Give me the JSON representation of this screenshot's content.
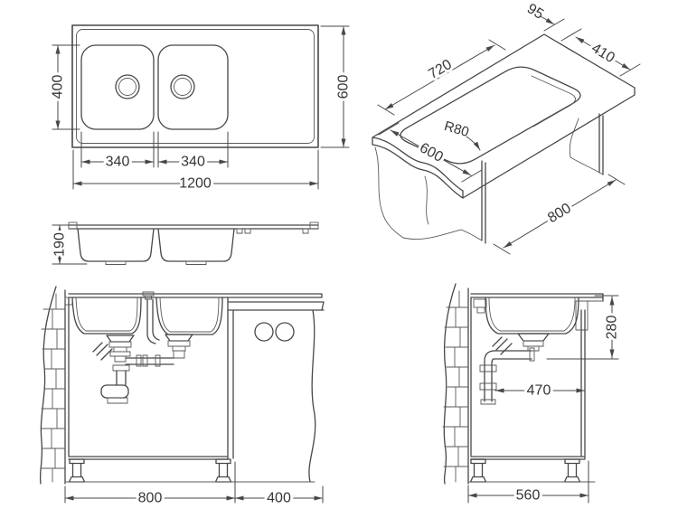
{
  "diagram": {
    "colors": {
      "background": "#ffffff",
      "line": "#474747",
      "text": "#363636"
    },
    "views": {
      "top": {
        "dims": {
          "bowl_width": "400",
          "bowl1_length": "340",
          "bowl2_length": "340",
          "overall_length": "1200",
          "overall_width": "600"
        }
      },
      "cutout": {
        "dims": {
          "edge_offset": "95",
          "cutout_width": "410",
          "cutout_length": "720",
          "corner_radius": "R80",
          "worktop_depth": "600",
          "cabinet_width": "800"
        }
      },
      "section": {
        "dims": {
          "bowl_depth": "190"
        }
      },
      "front": {
        "dims": {
          "main_cabinet_width": "800",
          "side_cabinet_width": "400"
        }
      },
      "side": {
        "dims": {
          "trap_height": "280",
          "trap_offset": "470",
          "cabinet_depth": "560"
        }
      }
    }
  }
}
